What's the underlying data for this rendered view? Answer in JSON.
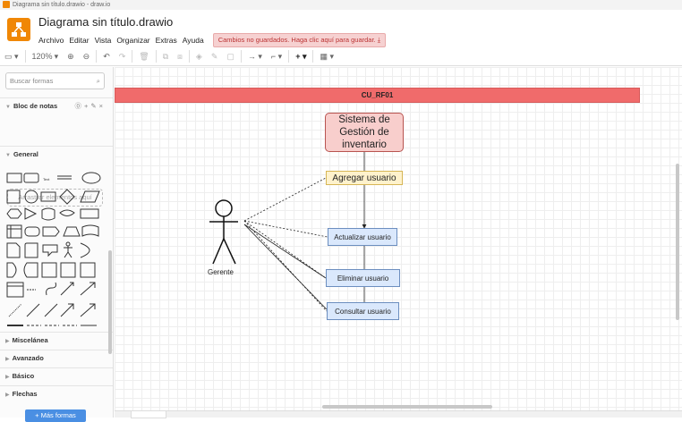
{
  "window": {
    "title": "Diagrama sin título.drawio - draw.io"
  },
  "header": {
    "doc_title": "Diagrama sin título.drawio",
    "menu": [
      "Archivo",
      "Editar",
      "Vista",
      "Organizar",
      "Extras",
      "Ayuda"
    ],
    "unsaved_notice": "Cambios no guardados. Haga clic aquí para guardar."
  },
  "toolbar": {
    "zoom": "120%"
  },
  "sidebar": {
    "search_placeholder": "Buscar formas",
    "scratchpad": {
      "title": "Bloc de notas",
      "drop_text": "Arrastrar elementos aquí"
    },
    "sections": [
      "General",
      "Miscelánea",
      "Avanzado",
      "Básico",
      "Flechas"
    ],
    "more_shapes": "+ Más formas"
  },
  "diagram": {
    "header_label": "CU_RF01",
    "system_label": "Sistema de\nGestión de\ninventario",
    "actor": "Gerente",
    "use_cases": {
      "add": "Agregar usuario",
      "update": "Actualizar usuario",
      "delete": "Eliminar usuario",
      "consult": "Consultar usuario"
    }
  },
  "colors": {
    "accent": "#f08705",
    "header_fill": "#f06b6b",
    "system_fill": "#f8cecc",
    "add_fill": "#fff2cc",
    "usecase_fill": "#dae8fc"
  }
}
